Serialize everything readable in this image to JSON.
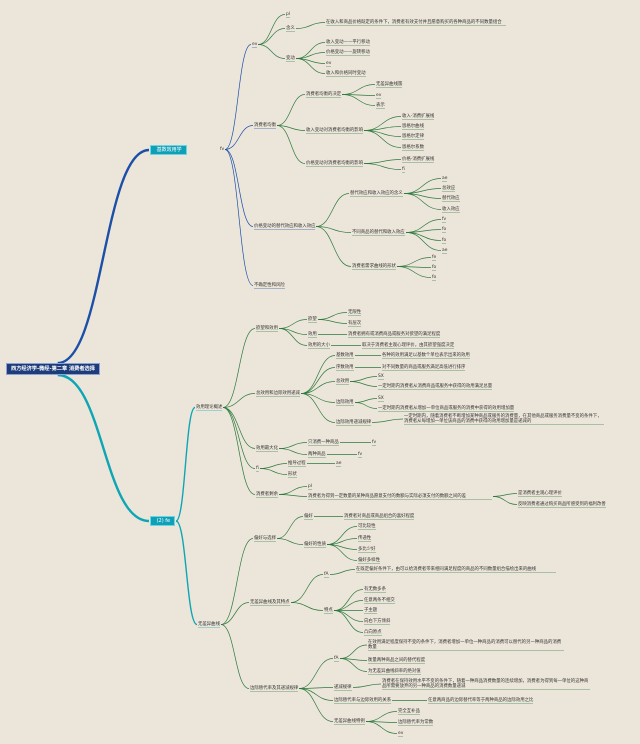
{
  "root": "西方经济学-微经-第二章 消费者选择",
  "branch1": {
    "label": " 基数效用学",
    "sub": "fv",
    "nodes": {
      "ev": "ev",
      "pl": "pl",
      "def": "含义",
      "def_text": "在收入和商品价格既定的条件下，消费者有效支付并且愿意购买的各种商品的不同数量组合",
      "move": "变动",
      "move_a": "收入变动——平行移动",
      "move_b": "价格变动——旋转移动",
      "move_c": "ev",
      "move_d": "收入和价格同时变动",
      "eq": "消费者均衡",
      "eq_cond": "消费者均衡的决定",
      "eq_c1": "无差异曲线簇",
      "eq_c2": "ev",
      "eq_c3": "表示",
      "inc": "收入变动对消费者均衡的影响",
      "inc_a": "收入-消费扩展线",
      "inc_b": "恩格尔曲线",
      "inc_c": "恩格尔定律",
      "inc_d": "恩格尔系数",
      "price": "价格变动对消费者均衡的影响",
      "price_a": "价格-消费扩展线",
      "price_b": "fi",
      "sub_inc": "价格变动的替代效应和收入效应",
      "se_def": "替代效应和收入效应的含义",
      "se_a": "ae",
      "se_b": "总效应",
      "se_c": "替代效应",
      "se_d": "收入效应",
      "goods": "不同商品的替代和收入效应",
      "g_a": "fv",
      "g_b": "fo",
      "g_c": "fo",
      "g_d": "ae",
      "dc": "消费者需求曲线的形状",
      "dc_a": "fe",
      "dc_b": "fo",
      "dc_c": "fo",
      "uncertain": "不确定性和风险"
    }
  },
  "branch2": {
    "label": " (2) fe",
    "nodes": {
      "cardinal": "效用理论概述",
      "want": "欲望和效用",
      "want_a": "欲望",
      "want_a1": "无限性",
      "want_a2": "有层次",
      "util": "效用",
      "util_t": "消费者拥有或消费商品或服务对欲望的满足程度",
      "util_size": "效用的大小",
      "util_size_t": "取决于消费者主观心理评价，由其欲望强度决定",
      "tm": "总效用和边际效用递减",
      "tm_a": "基数效用",
      "tm_a_t": "各种的效用满足以基数个单位表示出来的效用",
      "tm_b": "序数效用",
      "tm_b_t": "对不同数量的商品或服务满足高低进行排序",
      "tm_c": "总效用",
      "tm_c_sx": "SX",
      "tm_c_t": "一定时期内消费者从消费商品或服务中获得的效用满足总量",
      "tm_d": "边际效用",
      "tm_d_sx": "SX",
      "tm_d_t": "一定时期内消费者从增加一单位商品或服务的消费中获得的效用增加量",
      "law": "边际效用递减规律",
      "law_t": "一定时期内，随着消费者不断增加某种商品或服务的消费量，在其他商品或服务消费量不变的条件下，消费者从每增加一单位该商品的消费中获得的效用增加量是递减的",
      "max": "效用最大化",
      "max_a": "只消费一种商品",
      "max_a_v": "fv",
      "max_b": "两种商品",
      "max_b_v": "fv",
      "fi": "fi",
      "fi_a": "推导过程",
      "fi_a_v": "ae",
      "fi_b": "形状",
      "surplus": "消费者剩余",
      "sur_a": "pl",
      "sur_b": "消费者为得到一定数量的某种商品愿意支付的数额与实际必须支付的数额之间的差",
      "sur_b1": "是消费者主观心理评价",
      "sur_b2": "反映消费者通过购买商品所感受到的福利改善",
      "ordinal": "无差异曲线",
      "pref": "偏好与选择",
      "pref_a": "偏好",
      "pref_a_t": "消费者对商品或商品组合的喜好程度",
      "pref_b": "偏好的性质",
      "pref_b1": "可比较性",
      "pref_b2": "传递性",
      "pref_b3": "多比少好",
      "pref_b4": "偏好多样性",
      "ic": "无差异曲线及其特点",
      "ic_a": "fA",
      "ic_a_t": "在既定偏好条件下，由可以给消费者带来相同满足程度的商品的不同数量组合描绘出来的曲线",
      "ic_b": "特点",
      "ic_b1": "有无数多条",
      "ic_b2": "任意两条不相交",
      "ic_b3": "子主题",
      "ic_b4": "向右下方倾斜",
      "ic_b5": "凸向原点",
      "mrs": "边际替代率及其递减规律",
      "mrs_a": "fA",
      "mrs_a1": "在效用满足程度保持不变的条件下，消费者增加一单位一种商品的消费可以替代的另一种商品的消费数量",
      "mrs_a2": "衡量两种商品之间的替代程度",
      "mrs_a3": "为无差异曲线斜率的绝对值",
      "mrs_law": "递减规律",
      "mrs_law_t": "消费者在保持效用水平不变的条件下，随着一种商品消费数量的连续增加，消费者为得到每一单位的这种商品所需要放弃的另一种商品的消费数量递减",
      "mrs_rel": "边际替代率与边际效用的关系",
      "mrs_rel_t": "任意两商品的边际替代率等于两种商品的边际效用之比",
      "special": "无差异曲线特例",
      "sp_a": "完全互补品",
      "sp_b": "边际替代率为常数",
      "sp_c": "ev"
    }
  },
  "colors": {
    "root_bg": "#1d3c79",
    "branch1_line": "#1b4fa8",
    "branch2_line": "#0ea5b5",
    "twig": "#2d7a3e",
    "bg": "#ece6da"
  }
}
